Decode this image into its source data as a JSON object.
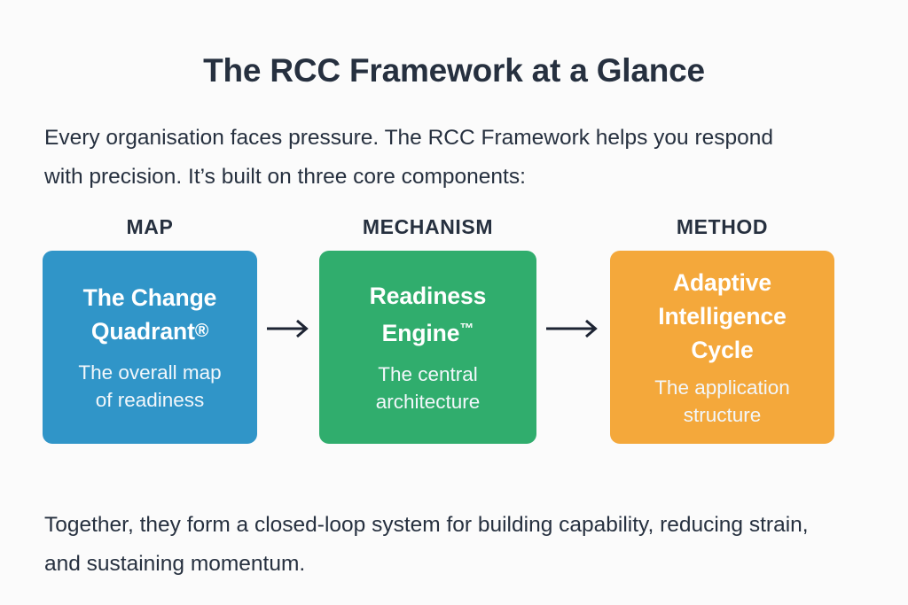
{
  "page": {
    "title": "The RCC Framework at a Glance",
    "background_color": "#fbfbfb",
    "text_color": "#26303f"
  },
  "intro": {
    "text": "Every organisation faces pressure. The RCC Framework helps you respond with precision. It’s built on three core components:"
  },
  "closing": {
    "text": "Together, they form a closed-loop system for building capability, reducing strain, and sustaining momentum."
  },
  "diagram": {
    "type": "flow",
    "direction": "left-to-right",
    "connector": "arrow-right",
    "columns": [
      {
        "label": "MAP",
        "title_line1": "The Change",
        "title_line2": "Quadrant",
        "title_mark": "®",
        "mark_type": "registered",
        "subtitle_line1": "The overall map",
        "subtitle_line2": "of readiness",
        "color": "#3095c8"
      },
      {
        "label": "MECHANISM",
        "title_line1": "Readiness",
        "title_line2": "Engine",
        "title_mark": "™",
        "mark_type": "trademark",
        "subtitle_line1": "The central",
        "subtitle_line2": "architecture",
        "color": "#30ad6d"
      },
      {
        "label": "METHOD",
        "title_line1": "Adaptive",
        "title_line2": "Intelligence",
        "title_line3": "Cycle",
        "title_mark": "",
        "mark_type": "none",
        "subtitle_line1": "The application",
        "subtitle_line2": "structure",
        "color": "#f4a83b"
      }
    ],
    "arrows": [
      {
        "name": "arrow-map-to-mechanism",
        "color": "#1d2433"
      },
      {
        "name": "arrow-mechanism-to-method",
        "color": "#1d2433"
      }
    ]
  }
}
